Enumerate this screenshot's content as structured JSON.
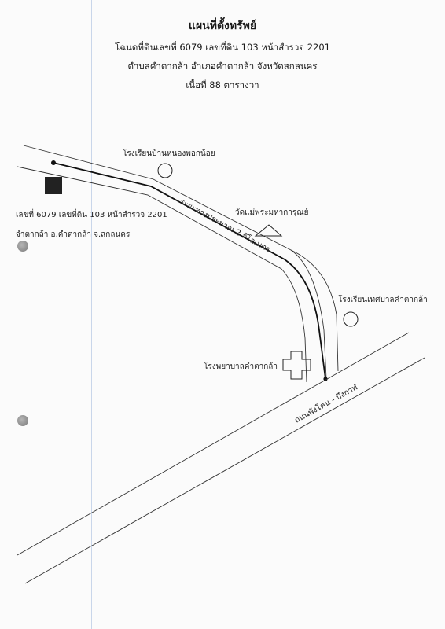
{
  "header": {
    "title": "แผนที่ตั้งทรัพย์",
    "line1": "โฉนดที่ดินเลขที่ 6079 เลขที่ดิน 103 หน้าสำรวจ 2201",
    "line2": "ตำบลคำตากล้า อำเภอคำตากล้า จังหวัดสกลนคร",
    "line3": "เนื้อที่ 88 ตารางวา"
  },
  "parcel": {
    "line1": "เลขที่ 6079 เลขที่ดิน 103 หน้าสำรวจ 2201",
    "line2": "จำตากล้า อ.คำตากล้า จ.สกลนคร"
  },
  "landmarks": {
    "school_nong_phok": "โรงเรียนบ้านหนองพอกน้อย",
    "temple": "วัดแม่พระมหาการุณย์",
    "municipal_school": "โรงเรียนเทศบาลคำตากล้า",
    "hospital": "โรงพยาบาลคำตากล้า"
  },
  "roads": {
    "distance": "ระยะทางประมาณ 2 กิโลเมตร",
    "main_road": "ถนนพังโคน - บึงกาฬ"
  }
}
